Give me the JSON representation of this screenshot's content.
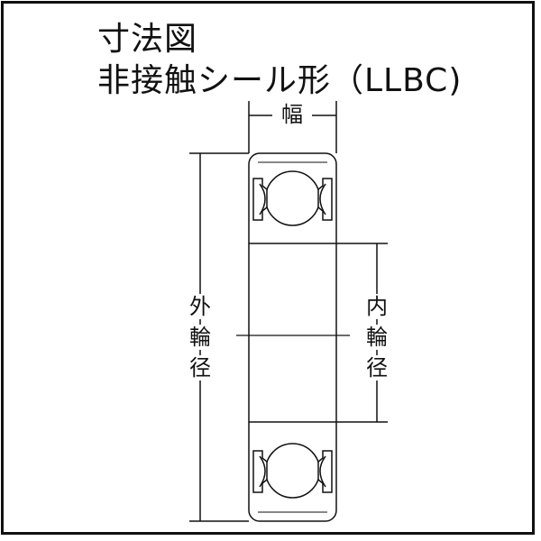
{
  "title": {
    "line1": "寸法図",
    "line2": "非接触シール形（LLBC)"
  },
  "dimensions": {
    "width_label": "幅",
    "outer_diameter_label": [
      "外",
      "輪",
      "径"
    ],
    "inner_diameter_label": [
      "内",
      "輪",
      "径"
    ]
  },
  "colors": {
    "line": "#111111",
    "background": "#ffffff"
  }
}
